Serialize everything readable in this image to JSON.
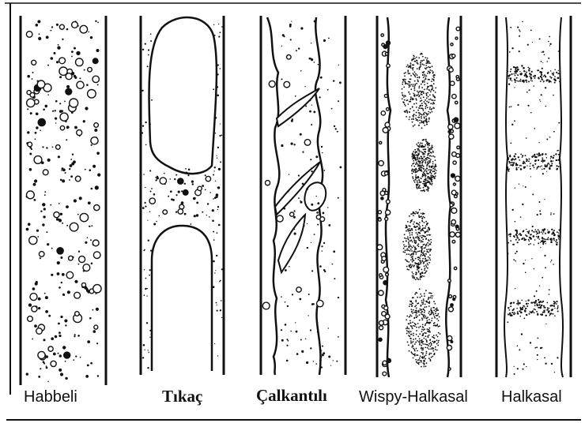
{
  "regimes": [
    {
      "key": "bubbly",
      "label": "Habbeli"
    },
    {
      "key": "slug",
      "label": "Tıkaç"
    },
    {
      "key": "churn",
      "label": "Çalkantılı"
    },
    {
      "key": "wispy",
      "label": "Wispy-Halkasal"
    },
    {
      "key": "annular",
      "label": "Halkasal"
    }
  ],
  "colors": {
    "ink": "#111111",
    "paper": "#ffffff"
  }
}
